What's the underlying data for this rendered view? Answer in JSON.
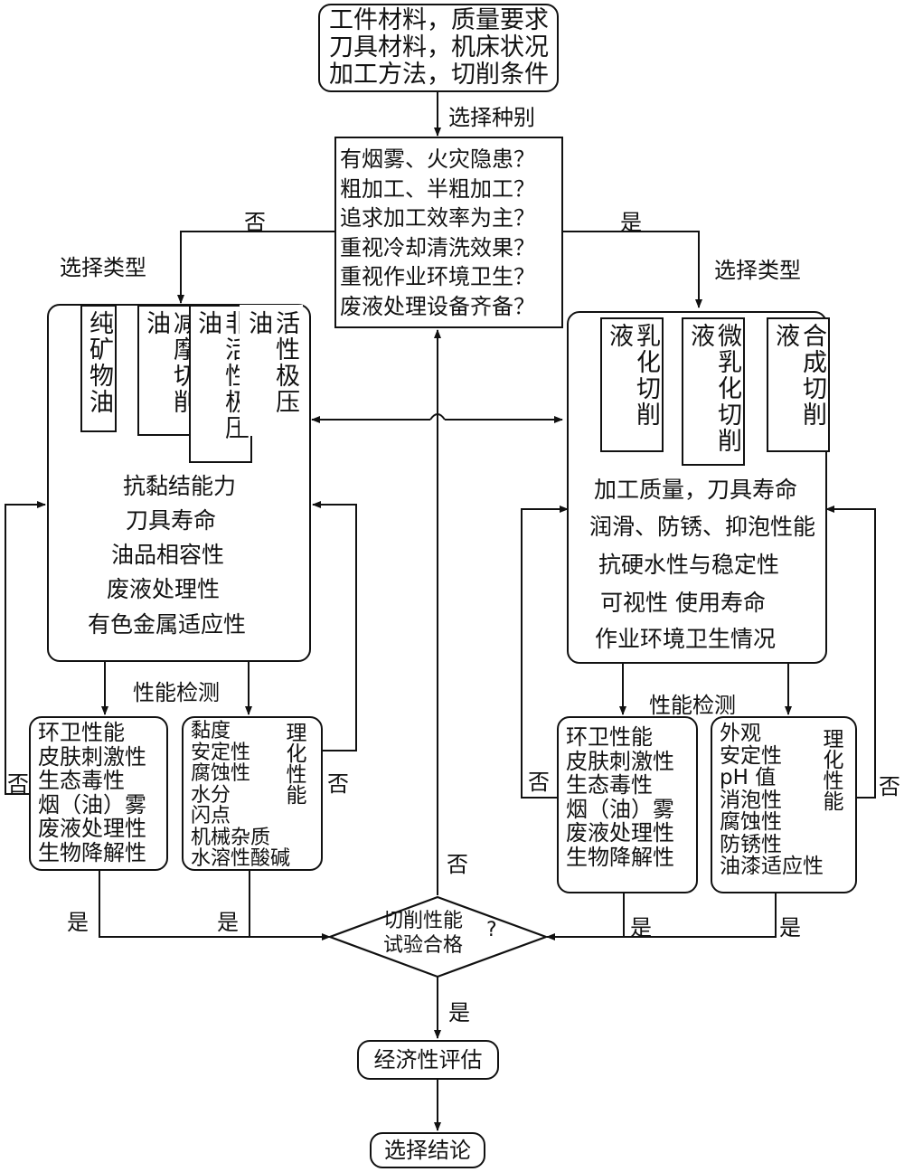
{
  "input": {
    "lines": [
      "工件材料，质量要求",
      "刀具材料，机床状况",
      "加工方法，切削条件"
    ]
  },
  "select_kind_label": "选择种别",
  "question": {
    "lines": [
      "有烟雾、火灾隐患？",
      "粗加工、半粗加工？",
      "追求加工效率为主？",
      "重视冷却清洗效果？",
      "重视作业环境卫生？",
      "废液处理设备齐备？"
    ]
  },
  "left_branch": {
    "answer": "否",
    "select_type": "选择类型"
  },
  "right_branch": {
    "answer": "是",
    "select_type": "选择类型"
  },
  "oil_types": [
    "纯矿物油",
    "减摩切削油",
    "非活性极压油",
    "活性极压油"
  ],
  "oil_properties": [
    "抗黏结能力",
    "刀具寿命",
    "油品相容性",
    "废液处理性",
    "有色金属适应性"
  ],
  "fluid_types": [
    "乳化切削液",
    "微乳化切削液",
    "合成切削液"
  ],
  "fluid_properties": [
    "加工质量，刀具寿命",
    "润滑、防锈、抑泡性能",
    "抗硬水性与稳定性",
    "可视性  使用寿命",
    "作业环境卫生情况"
  ],
  "left_test": {
    "label": "性能检测",
    "env": [
      "环卫性能",
      "皮肤刺激性",
      "生态毒性",
      "烟（油）雾",
      "废液处理性",
      "生物降解性"
    ],
    "phys": [
      "黏度",
      "安定性",
      "腐蚀性",
      "水分",
      "闪点",
      "机械杂质",
      "水溶性酸碱"
    ],
    "phys_side": "理化性能",
    "no_left": "否",
    "no_right": "否",
    "yes_left": "是",
    "yes_right": "是"
  },
  "right_test": {
    "label": "性能检测",
    "env": [
      "环卫性能",
      "皮肤刺激性",
      "生态毒性",
      "烟（油）雾",
      "废液处理性",
      "生物降解性"
    ],
    "phys": [
      "外观",
      "安定性",
      "pH 值",
      "消泡性",
      "腐蚀性",
      "防锈性",
      "油漆适应性"
    ],
    "phys_side": "理化性能",
    "no_left": "否",
    "no_right": "否",
    "yes_left": "是",
    "yes_right": "是"
  },
  "decision": {
    "lines": [
      "切削性能",
      "试验合格"
    ],
    "q": "?",
    "no": "否",
    "yes": "是"
  },
  "evaluate": "经济性评估",
  "conclusion": "选择结论"
}
